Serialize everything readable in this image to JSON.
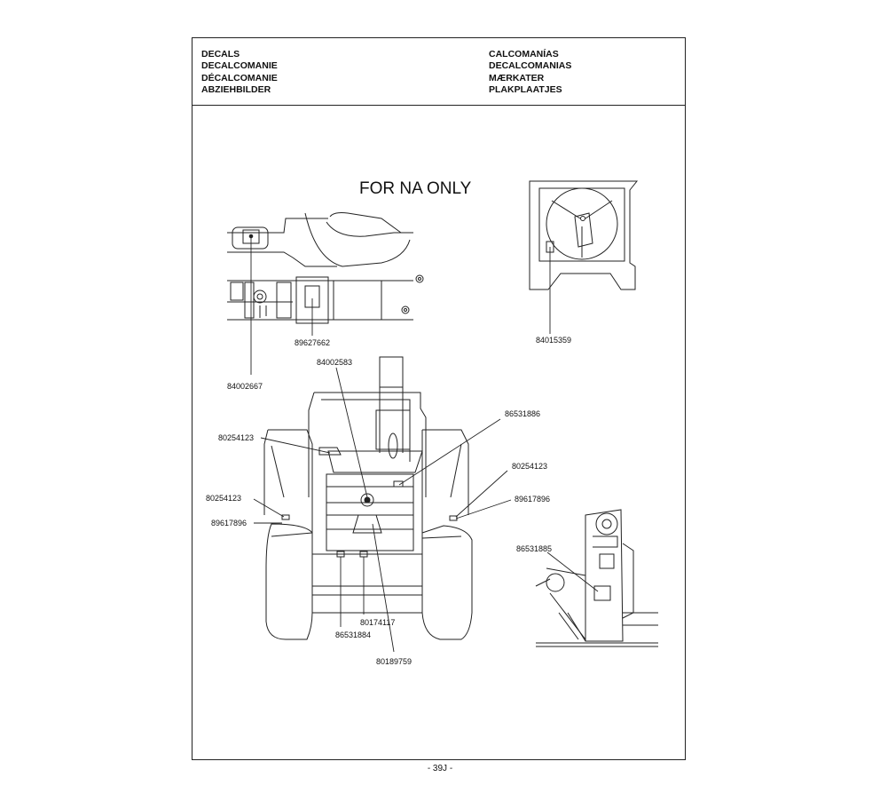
{
  "header": {
    "left": [
      "DECALS",
      "DECALCOMANIE",
      "DÉCALCOMANIE",
      "ABZIEHBILDER"
    ],
    "right": [
      "CALCOMANÍAS",
      "DECALCOMANIAS",
      "MÆRKATER",
      "PLAKPLAATJES"
    ]
  },
  "diagram": {
    "title": "FOR NA ONLY",
    "part_numbers": {
      "p84002667": "84002667",
      "p89627662": "89627662",
      "p84015359": "84015359",
      "p84002583": "84002583",
      "p80254123_left_top": "80254123",
      "p86531886": "86531886",
      "p80254123_right": "80254123",
      "p80254123_left": "80254123",
      "p89617896_left": "89617896",
      "p89617896_right": "89617896",
      "p86531885": "86531885",
      "p80174117": "80174117",
      "p86531884": "86531884",
      "p80189759": "80189759"
    }
  },
  "footer": {
    "page_number": "- 39J -"
  }
}
